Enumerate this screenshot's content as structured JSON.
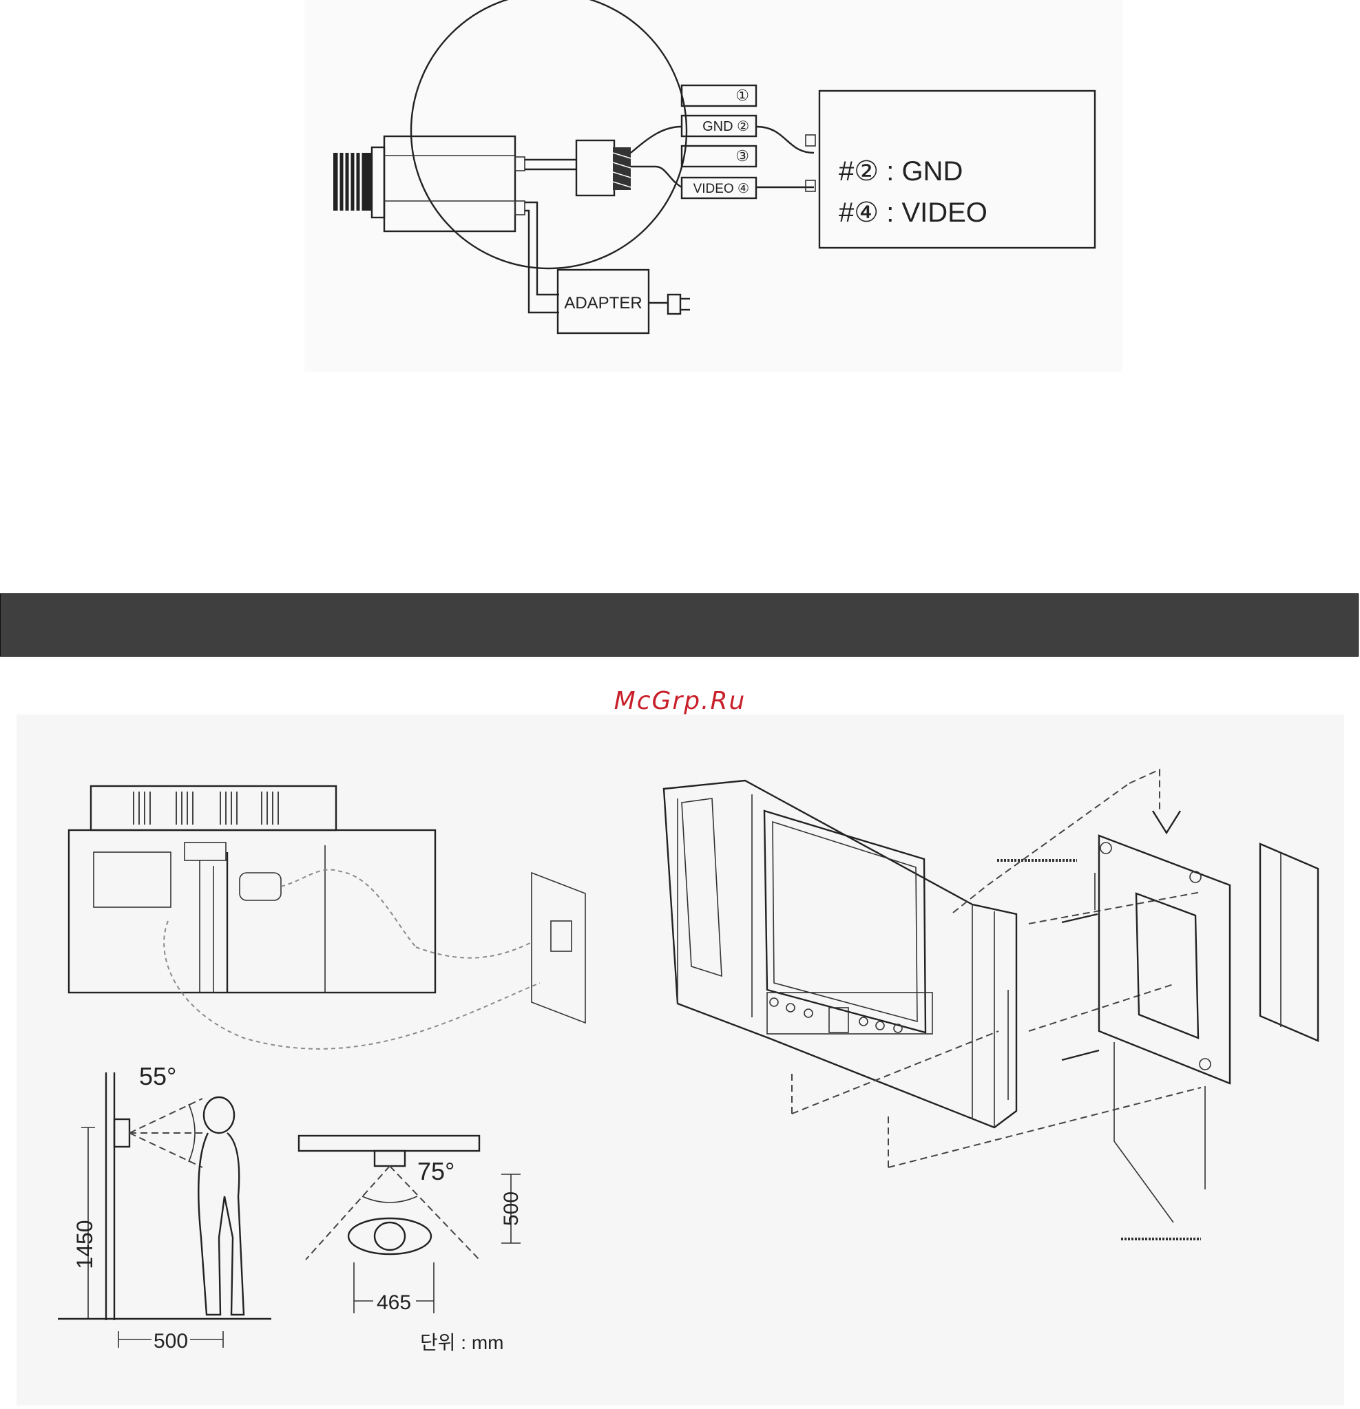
{
  "wiring_diagram": {
    "pin_labels": [
      "①",
      "GND ②",
      "③",
      "VIDEO ④"
    ],
    "legend_lines": [
      "#② : GND",
      "#④ : VIDEO"
    ],
    "adapter_label": "ADAPTER"
  },
  "watermark": "McGrp.Ru",
  "installation_diagram": {
    "side_view_angle": "55°",
    "height_label": "1450",
    "side_distance_label": "500",
    "top_view_angle": "75°",
    "top_distance_label": "500",
    "width_label": "465",
    "unit_label": "단위 : mm"
  }
}
